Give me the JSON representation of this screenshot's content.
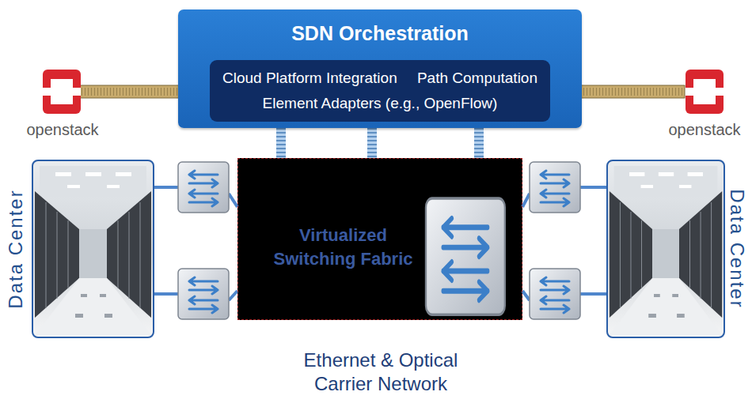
{
  "diagram": {
    "nodes": [
      {
        "text": [
          "SDN Orchestration"
        ]
      },
      {
        "text": [
          "Cloud Platform Integration",
          "Path Computation",
          "Element Adapters (e.g., OpenFlow)"
        ],
        "in": 0
      },
      {
        "text": [
          "Data Center"
        ]
      },
      {
        "text": [
          "Virtualized Switching Fabric",
          "Ethernet & Optical Carrier Network"
        ]
      },
      {
        "text": [
          "Data Center"
        ]
      }
    ],
    "edges": [
      {
        "from": 0,
        "to": 3,
        "arrow": "none"
      },
      {
        "from": 0,
        "to": 3,
        "arrow": "none"
      },
      {
        "from": 0,
        "to": 3,
        "arrow": "none"
      }
    ],
    "labels": [
      "openstack",
      "openstack"
    ]
  }
}
